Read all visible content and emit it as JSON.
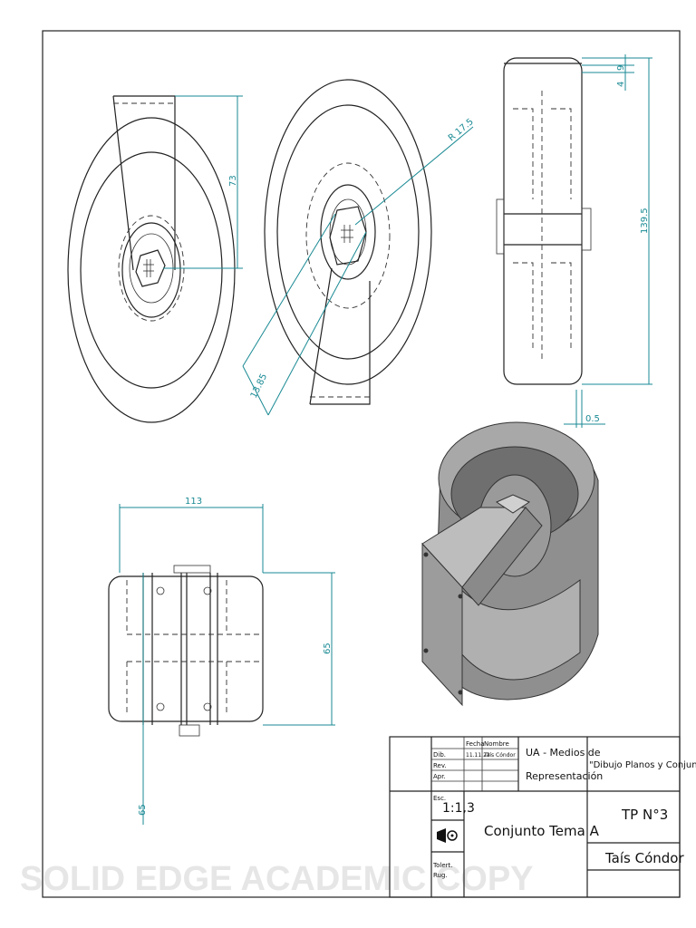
{
  "dimensions": {
    "front_height": "73",
    "radius": "R 17.5",
    "hub": "13.85",
    "side_total": "139.5",
    "side_top": "9",
    "side_small": "4",
    "side_bottom": "0.5",
    "top_width": "113",
    "top_height": "65",
    "top_left": "65"
  },
  "title_block": {
    "header_fecha": "Fecha",
    "header_nombre": "Nombre",
    "row_dib": "Dib.",
    "row_rev": "Rev.",
    "row_apr": "Apr.",
    "dib_fecha": "11.11.23",
    "dib_nombre": "Taís Cóndor",
    "institution_line1": "UA - Medios de",
    "institution_line2": "Representación",
    "course": "\"Dibujo Planos y Conjuntos\"",
    "esc_label": "Esc.",
    "scale": "1:1,3",
    "drawing_title": "Conjunto Tema A",
    "sheet_number": "TP N°3",
    "author": "Taís Cóndor",
    "tolerance_label": "Tolert.",
    "rug_label": "Rug."
  },
  "watermark": "SOLID EDGE ACADEMIC COPY",
  "colors": {
    "dimension": "#1a8a94",
    "line": "#222222"
  }
}
